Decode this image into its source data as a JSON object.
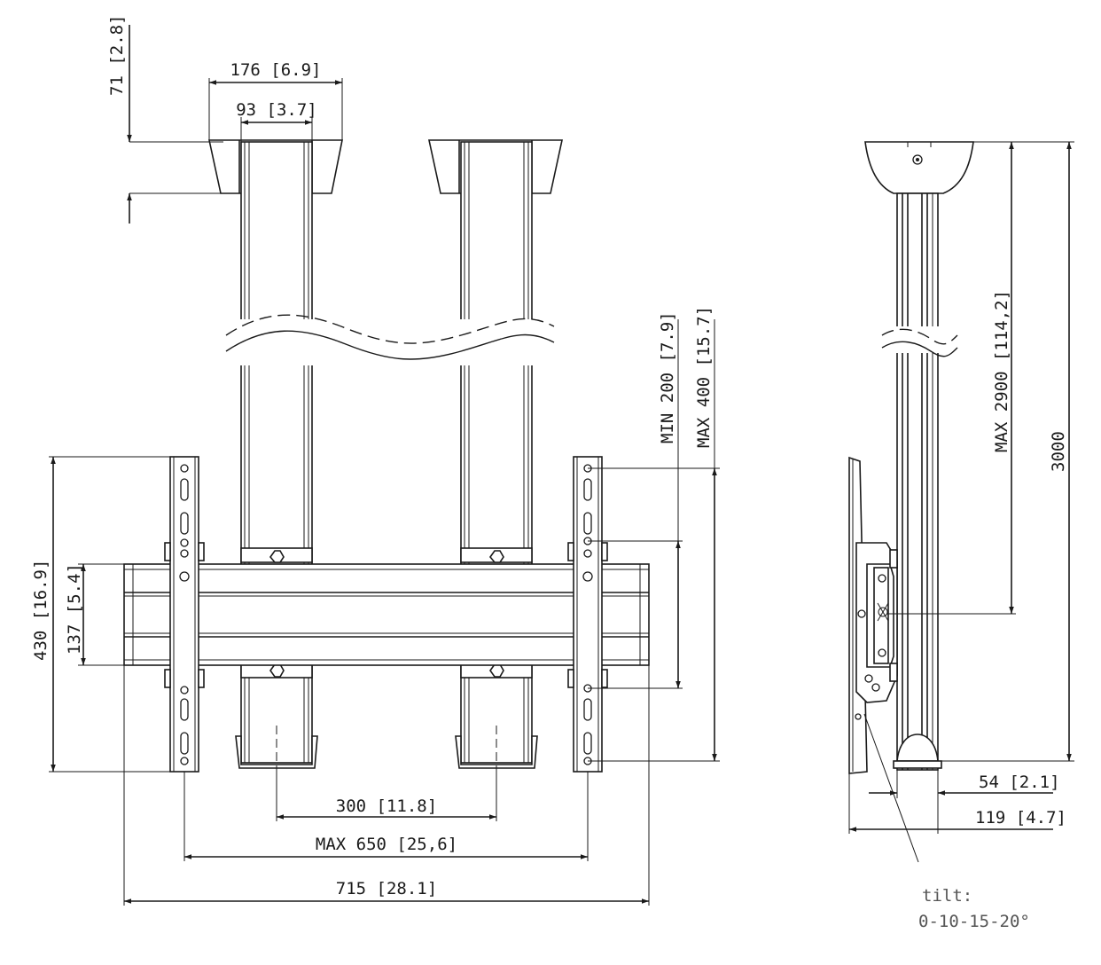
{
  "front_view": {
    "dim_top_height": "71 [2.8]",
    "dim_cap_width": "176 [6.9]",
    "dim_column_width": "93 [3.7]",
    "dim_min_offset": "MIN 200 [7.9]",
    "dim_max_offset": "MAX 400 [15.7]",
    "dim_bracket_height": "430 [16.9]",
    "dim_rail_height": "137 [5.4]",
    "dim_column_spacing": "300 [11.8]",
    "dim_max_vesa": "MAX 650 [25,6]",
    "dim_rail_width": "715 [28.1]"
  },
  "side_view": {
    "dim_max_drop": "MAX 2900 [114,2]",
    "dim_total_height": "3000",
    "dim_column_depth": "54 [2.1]",
    "dim_total_depth": "119 [4.7]",
    "tilt_label": "tilt:",
    "tilt_values": "0-10-15-20°"
  }
}
